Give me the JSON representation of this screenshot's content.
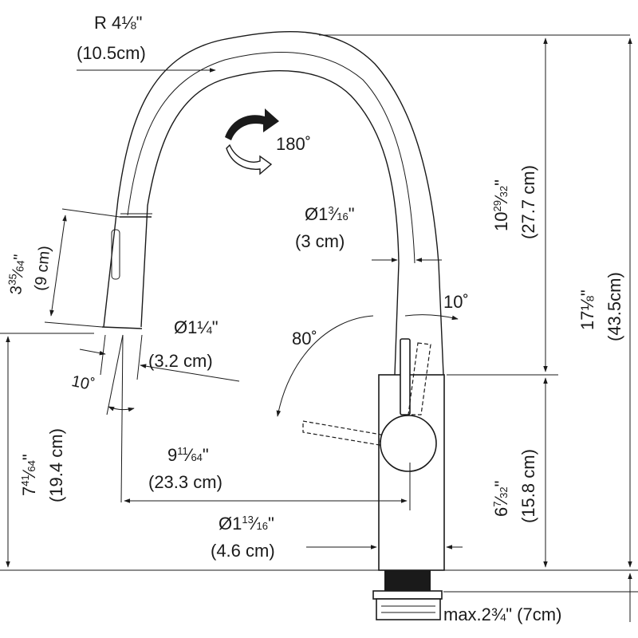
{
  "radius": {
    "inch": "R 4⅛\"",
    "cm": "(10.5cm)"
  },
  "swivel": {
    "angle": "180˚"
  },
  "hose_diameter": {
    "inch_whole": "Ø1",
    "inch_num": "3",
    "inch_den": "16",
    "cm": "(3 cm)"
  },
  "spray_length": {
    "inch_whole": "3",
    "inch_num": "35",
    "inch_den": "64",
    "cm": "(9 cm)"
  },
  "spray_diameter": {
    "inch": "Ø1¼\"",
    "cm": "(3.2 cm)"
  },
  "spray_angle": {
    "angle": "10˚"
  },
  "handle_angle_back": {
    "angle": "10˚"
  },
  "handle_angle_front": {
    "angle": "80˚"
  },
  "upper_height": {
    "inch_whole": "10",
    "inch_num": "29",
    "inch_den": "32",
    "cm": "(27.7 cm)"
  },
  "total_height": {
    "inch": "17⅛\"",
    "cm": "(43.5cm)"
  },
  "body_height": {
    "inch_whole": "6",
    "inch_num": "7",
    "inch_den": "32",
    "cm": "(15.8 cm)"
  },
  "spout_clearance": {
    "inch_whole": "7",
    "inch_num": "41",
    "inch_den": "64",
    "cm": "(19.4 cm)"
  },
  "reach": {
    "inch_whole": "9",
    "inch_num": "11",
    "inch_den": "64",
    "cm": "(23.3 cm)"
  },
  "base_diameter": {
    "inch_whole": "Ø1",
    "inch_num": "13",
    "inch_den": "16",
    "cm": "(4.6 cm)"
  },
  "deck_thickness": {
    "text": "max.2¾\" (7cm)"
  }
}
